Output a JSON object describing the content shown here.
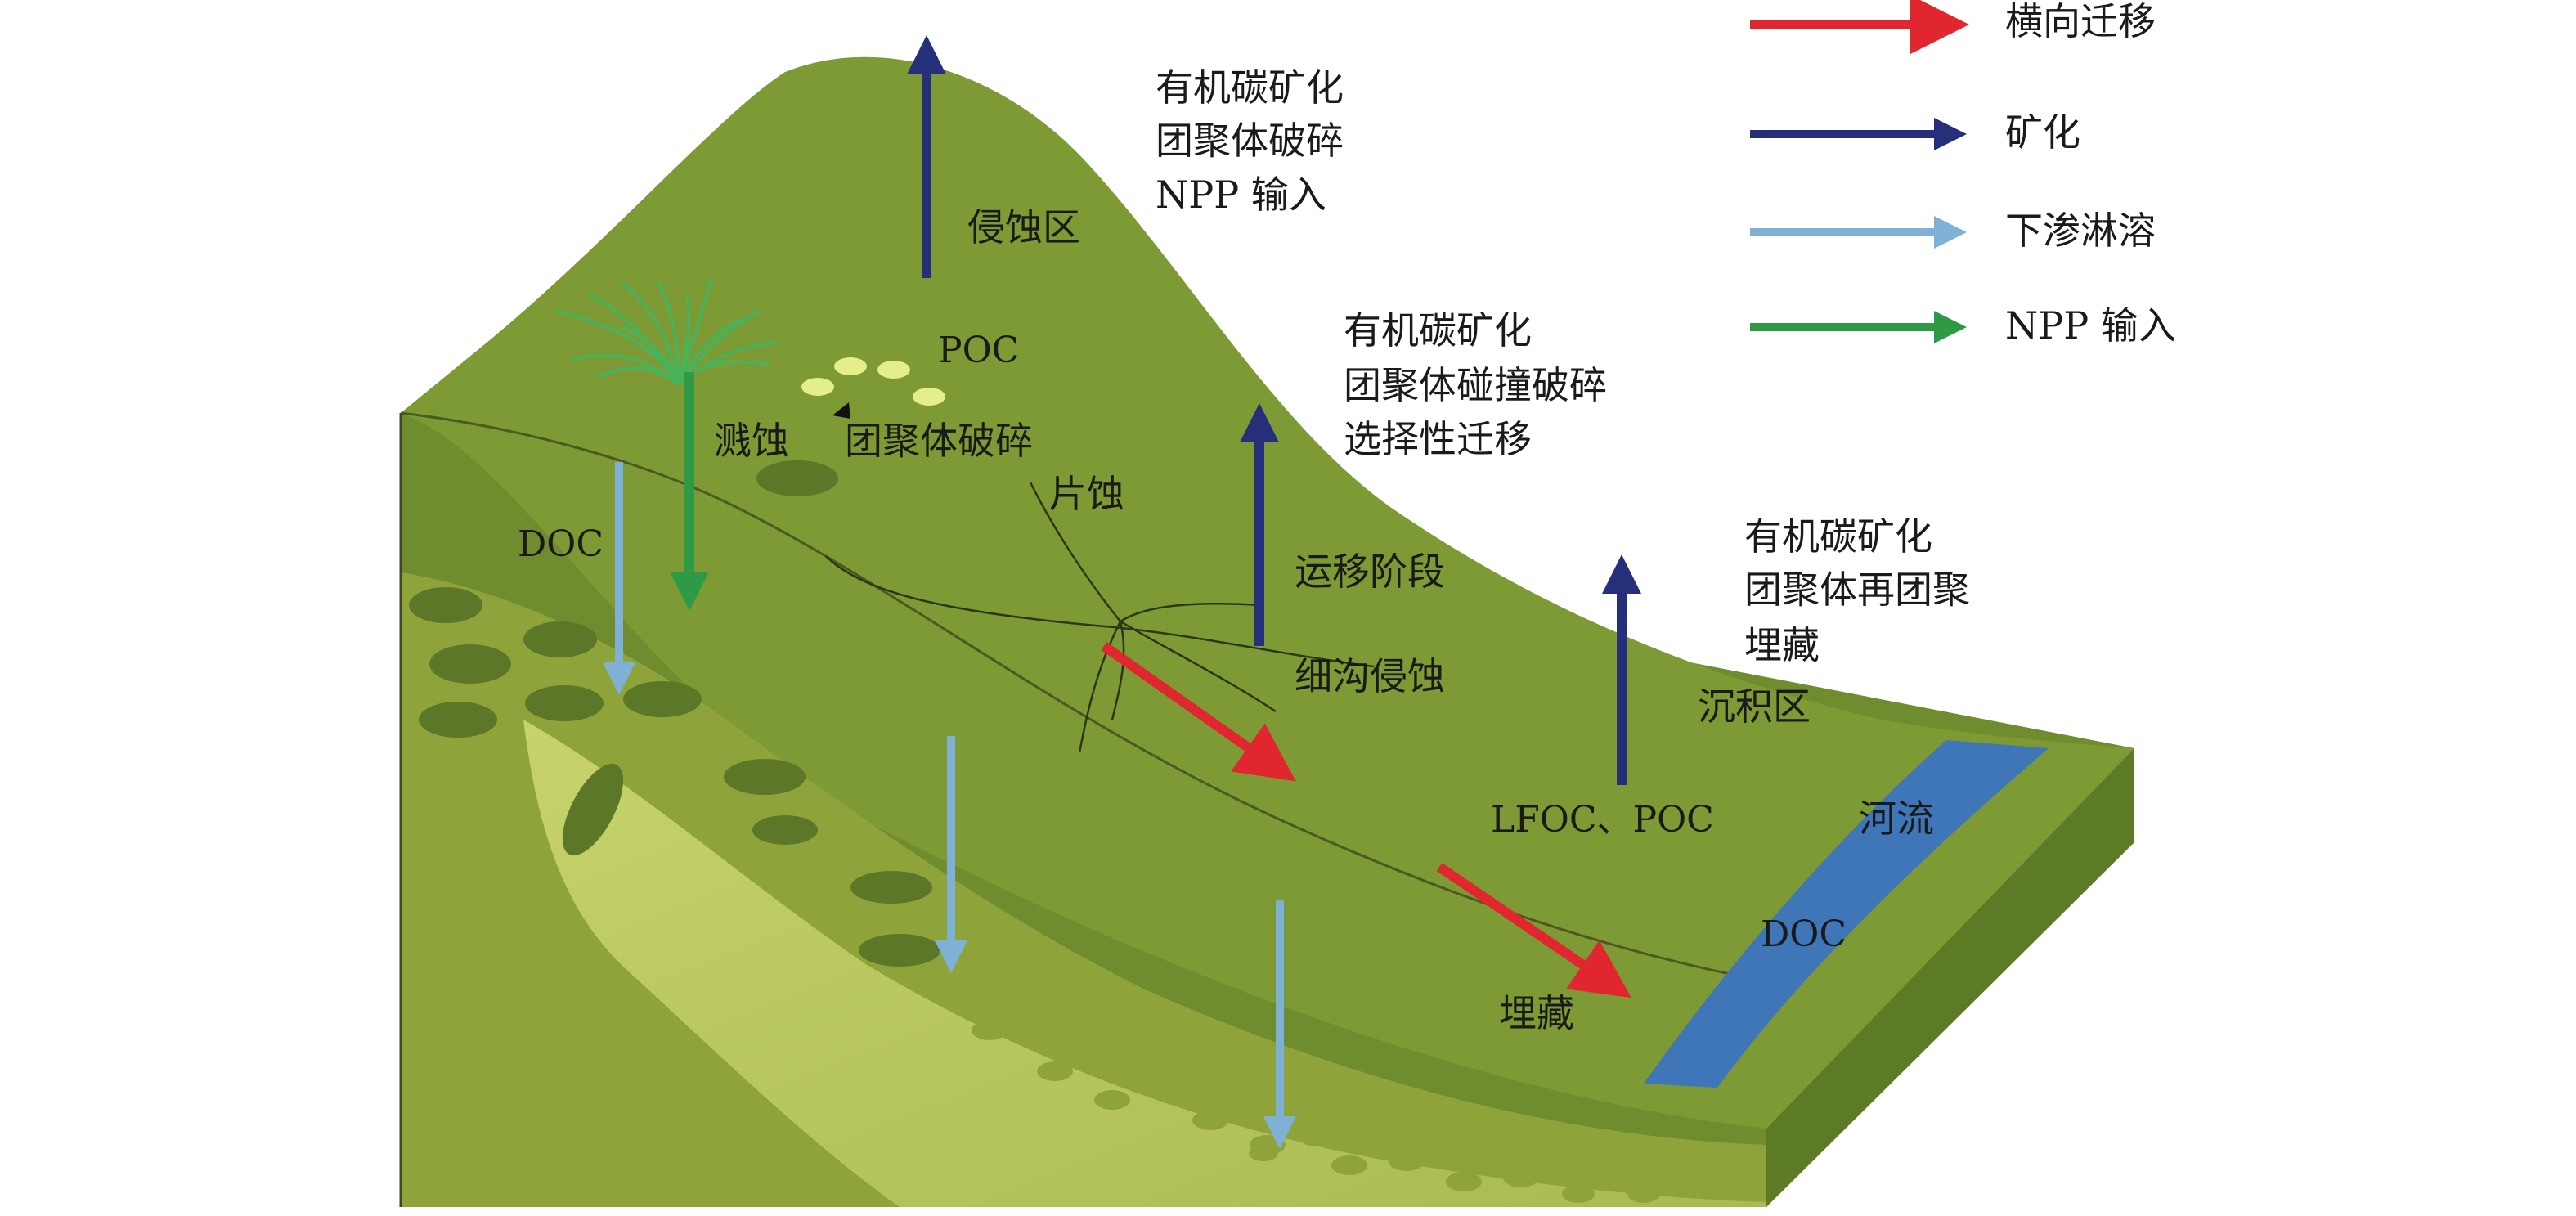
{
  "legend": {
    "items": [
      {
        "label": "横向迁移",
        "color": "#e0262e"
      },
      {
        "label": "矿化",
        "color": "#26307a"
      },
      {
        "label": "下渗淋溶",
        "color": "#7fb0d6"
      },
      {
        "label": "NPP 输入",
        "color": "#2e9a45"
      }
    ]
  },
  "erosion_zone": {
    "process_lines": [
      "有机碳矿化",
      "团聚体破碎",
      "NPP 输入"
    ],
    "zone_label": "侵蚀区",
    "poc_label": "POC",
    "splash_label": "溅蚀",
    "aggregate_label": "团聚体破碎",
    "sheet_label": "片蚀",
    "doc_label": "DOC"
  },
  "transport_zone": {
    "process_lines": [
      "有机碳矿化",
      "团聚体碰撞破碎",
      "选择性迁移"
    ],
    "stage_label": "运移阶段",
    "rill_label": "细沟侵蚀"
  },
  "deposition_zone": {
    "process_lines": [
      "有机碳矿化",
      "团聚体再团聚",
      "埋藏"
    ],
    "zone_label": "沉积区",
    "fraction_label": "LFOC、POC",
    "burial_label": "埋藏"
  },
  "river": {
    "label": "河流",
    "doc_label": "DOC"
  },
  "colors": {
    "hill_top": "#7d9a34",
    "hill_front": "#6f8c2e",
    "sublayer": "#8ea43a",
    "pale_layer": "#a9ba53",
    "river": "#3e76b8"
  }
}
